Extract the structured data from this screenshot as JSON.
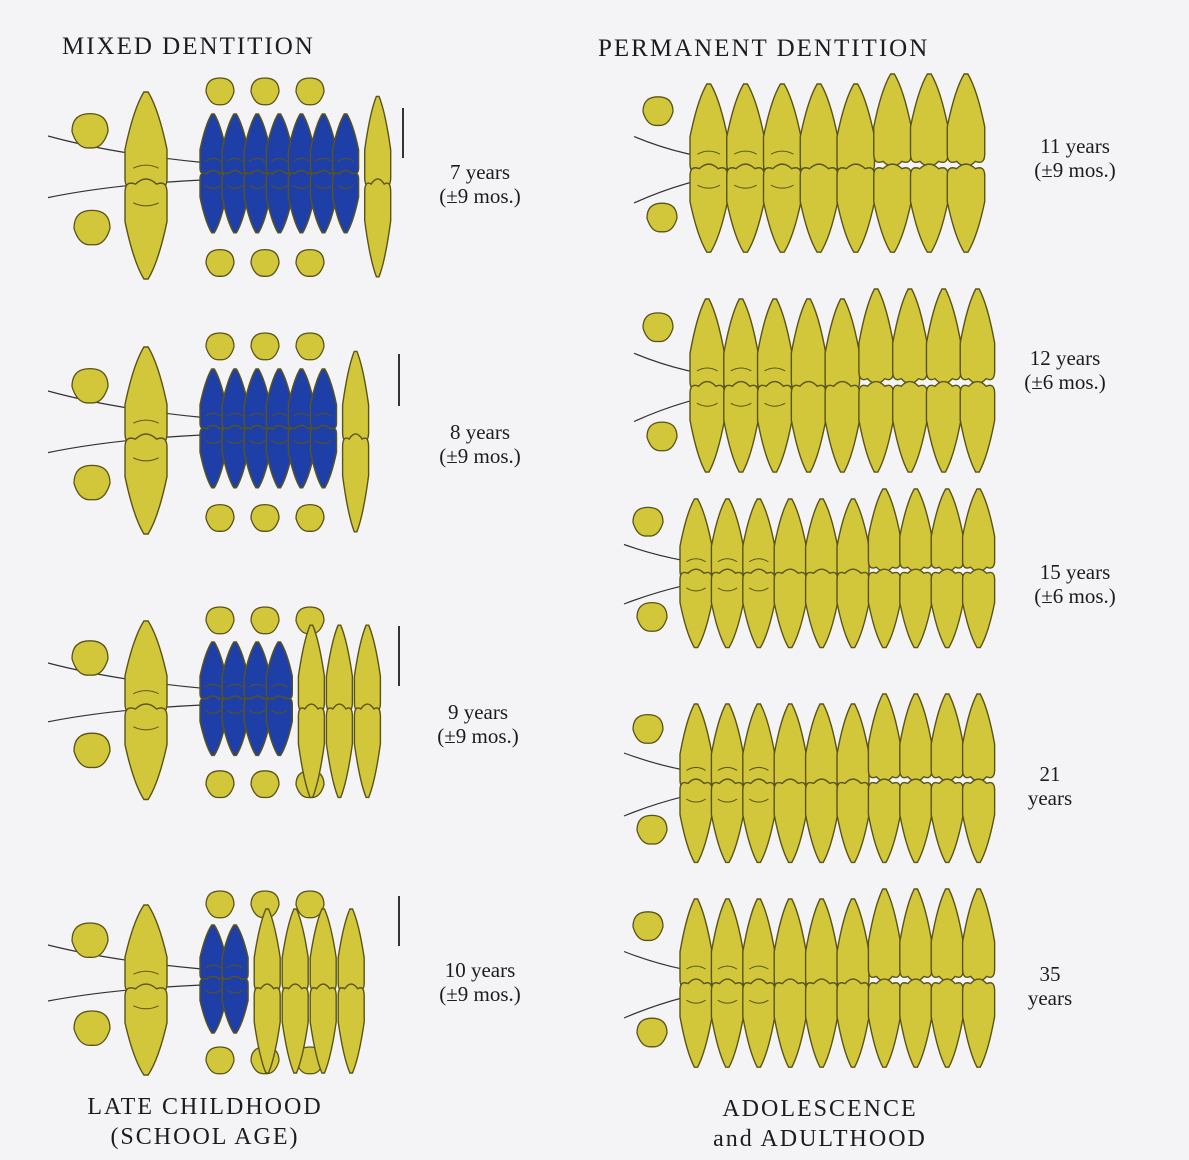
{
  "headings": {
    "mixed": "MIXED DENTITION",
    "permanent": "PERMANENT DENTITION"
  },
  "footers": {
    "left_line1": "LATE CHILDHOOD",
    "left_line2": "(SCHOOL AGE)",
    "right_line1": "ADOLESCENCE",
    "right_line2": "and ADULTHOOD"
  },
  "stages": [
    {
      "age": "7 years",
      "range": "(±9 mos.)"
    },
    {
      "age": "8 years",
      "range": "(±9 mos.)"
    },
    {
      "age": "9 years",
      "range": "(±9 mos.)"
    },
    {
      "age": "10 years",
      "range": "(±9 mos.)"
    },
    {
      "age": "11 years",
      "range": "(±9 mos.)"
    },
    {
      "age": "12 years",
      "range": "(±6 mos.)"
    },
    {
      "age": "15 years",
      "range": "(±6 mos.)"
    },
    {
      "age": "21",
      "range": "years"
    },
    {
      "age": "35",
      "range": "years"
    }
  ],
  "colors": {
    "permanent_tooth": "#d2c63a",
    "primary_tooth": "#1f3fa8",
    "outline": "#5a5418"
  }
}
